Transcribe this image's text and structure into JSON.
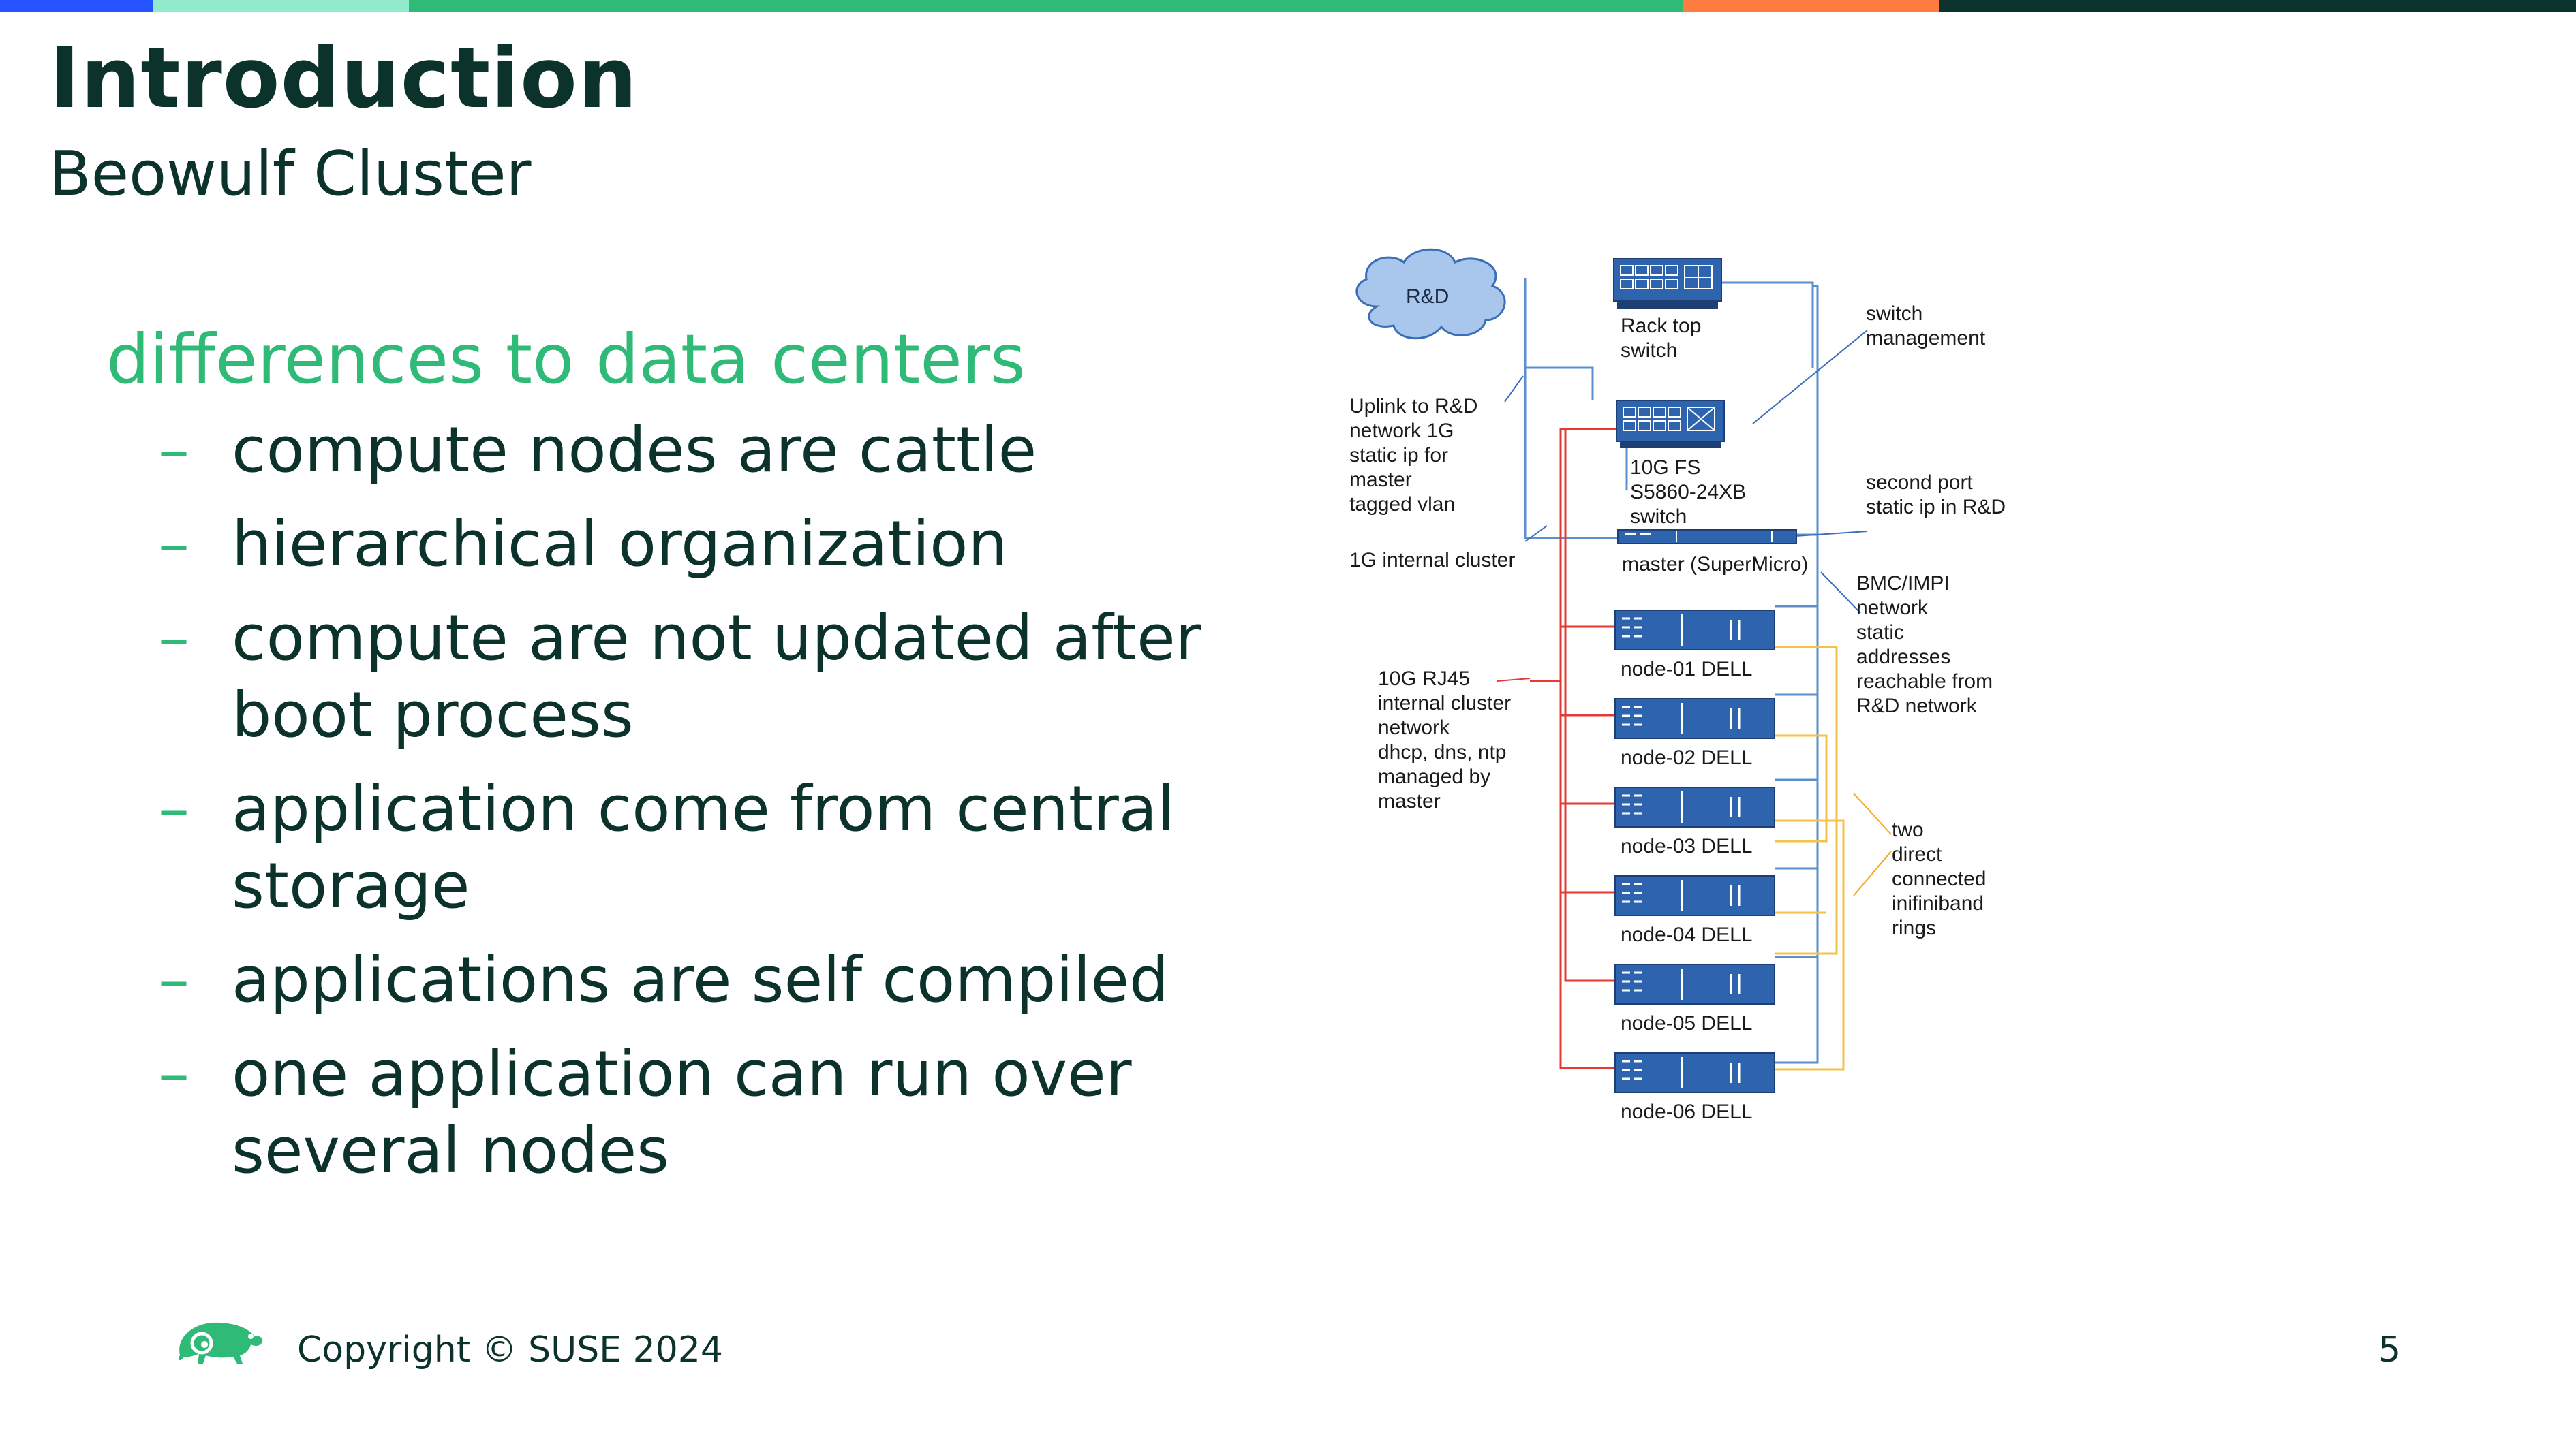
{
  "slide": {
    "title": "Introduction",
    "subtitle": "Beowulf Cluster",
    "bullets_heading": "differences to data centers",
    "bullets": [
      {
        "dash": "–",
        "text": "compute nodes are cattle"
      },
      {
        "dash": "–",
        "text": "hierarchical organization"
      },
      {
        "dash": "–",
        "text": "compute are not updated after boot process"
      },
      {
        "dash": "–",
        "text": "application come from central storage"
      },
      {
        "dash": "–",
        "text": "applications are self compiled"
      },
      {
        "dash": "–",
        "text": "one application can run over several nodes"
      }
    ]
  },
  "diagram": {
    "cloud_label": "R&D",
    "rack_switch_label": [
      "Rack top",
      "switch"
    ],
    "fs_switch_label": [
      "10G FS",
      "S5860-24XB",
      "switch"
    ],
    "master_label": "master (SuperMicro)",
    "nodes": [
      "node-01 DELL",
      "node-02 DELL",
      "node-03 DELL",
      "node-04 DELL",
      "node-05 DELL",
      "node-06 DELL"
    ],
    "annotations": {
      "uplink": [
        "Uplink to R&D",
        "network 1G",
        "static ip for",
        "master",
        "tagged vlan"
      ],
      "internal_1g": "1G internal cluster",
      "rj45": [
        "10G RJ45",
        "internal cluster",
        "network",
        "dhcp, dns, ntp",
        "managed by",
        "master"
      ],
      "switch_mgmt": [
        "switch",
        "management"
      ],
      "second_port": [
        "second port",
        "static ip in R&D"
      ],
      "bmc": [
        "BMC/IMPI",
        "network",
        "static",
        "addresses",
        "reachable from",
        "R&D network"
      ],
      "infiniband": [
        "two",
        "direct",
        "connected",
        "inifiniband",
        "rings"
      ]
    }
  },
  "footer": {
    "copyright": "Copyright © SUSE 2024",
    "page_number": "5",
    "logo_icon": "suse-chameleon-icon"
  },
  "colors": {
    "bar_blue": "#2453ff",
    "bar_mint": "#90ebcd",
    "bar_green": "#30ba78",
    "bar_orange": "#fe7c3f",
    "bar_dark": "#0c322c",
    "accent_green": "#30ba78",
    "text_dark": "#0c322c",
    "device_blue": "#2e64ad",
    "cloud_fill": "#a9c6ec",
    "wire_red": "#e53935",
    "wire_yellow": "#f4c14a",
    "wire_blue": "#5b8fd0"
  }
}
